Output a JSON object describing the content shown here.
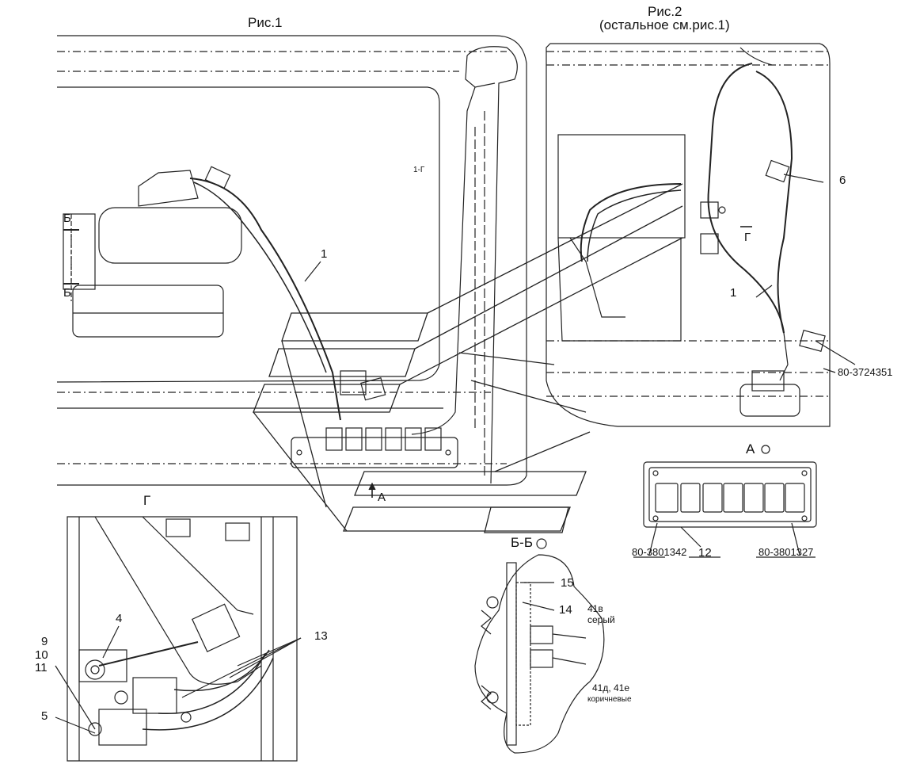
{
  "fig1": {
    "title": "Рис.1"
  },
  "fig2": {
    "title": "Рис.2",
    "subtitle": "(остальное см.рис.1)"
  },
  "views": {
    "g": "Г",
    "a": "А",
    "b_section": "Б-Б",
    "b": "Б",
    "g_mark": "Г",
    "a_mark": "А",
    "one_g": "1-Г"
  },
  "callouts": {
    "c1_fig1": "1",
    "c1_fig2": "1",
    "c4": "4",
    "c5": "5",
    "c6": "6",
    "c9": "9",
    "c10": "10",
    "c11": "11",
    "c12": "12",
    "c13": "13",
    "c14": "14",
    "c15": "15"
  },
  "parts": {
    "p3724351": "80-3724351",
    "p3801342": "80-3801342",
    "p3801327": "80-3801327"
  },
  "wires": {
    "w41v": "41в",
    "grey": "серый",
    "w41de": "41д, 41е",
    "brown": "коричневые"
  }
}
